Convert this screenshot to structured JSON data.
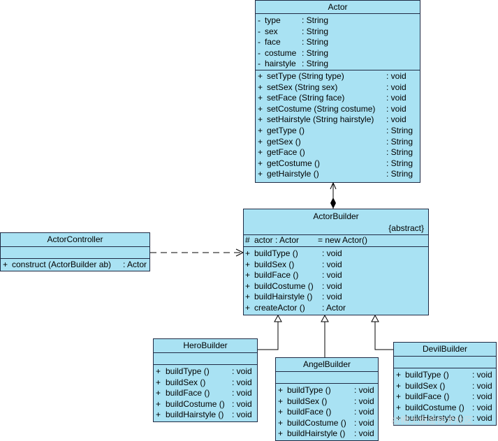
{
  "actor": {
    "name": "Actor",
    "attributes": [
      {
        "vis": "-",
        "name": "type",
        "type": ": String"
      },
      {
        "vis": "-",
        "name": "sex",
        "type": ": String"
      },
      {
        "vis": "-",
        "name": "face",
        "type": ": String"
      },
      {
        "vis": "-",
        "name": "costume",
        "type": ": String"
      },
      {
        "vis": "-",
        "name": "hairstyle",
        "type": ": String"
      }
    ],
    "methods": [
      {
        "vis": "+",
        "name": "setType (String type)",
        "ret": ": void"
      },
      {
        "vis": "+",
        "name": "setSex (String sex)",
        "ret": ": void"
      },
      {
        "vis": "+",
        "name": "setFace (String face)",
        "ret": ": void"
      },
      {
        "vis": "+",
        "name": "setCostume (String costume)",
        "ret": ": void"
      },
      {
        "vis": "+",
        "name": "setHairstyle (String hairstyle)",
        "ret": ": void"
      },
      {
        "vis": "+",
        "name": "getType ()",
        "ret": ": String"
      },
      {
        "vis": "+",
        "name": "getSex ()",
        "ret": ": String"
      },
      {
        "vis": "+",
        "name": "getFace ()",
        "ret": ": String"
      },
      {
        "vis": "+",
        "name": "getCostume ()",
        "ret": ": String"
      },
      {
        "vis": "+",
        "name": "getHairstyle ()",
        "ret": ": String"
      }
    ]
  },
  "actor_builder": {
    "name": "ActorBuilder",
    "stereotype": "{abstract}",
    "attribute": {
      "vis": "#",
      "name": "actor : Actor",
      "init": "= new Actor()"
    },
    "methods": [
      {
        "vis": "+",
        "name": "buildType ()",
        "ret": ": void"
      },
      {
        "vis": "+",
        "name": "buildSex ()",
        "ret": ": void"
      },
      {
        "vis": "+",
        "name": "buildFace ()",
        "ret": ": void"
      },
      {
        "vis": "+",
        "name": "buildCostume ()",
        "ret": ": void"
      },
      {
        "vis": "+",
        "name": "buildHairstyle ()",
        "ret": ": void"
      },
      {
        "vis": "+",
        "name": "createActor ()",
        "ret": ": Actor"
      }
    ]
  },
  "actor_controller": {
    "name": "ActorController",
    "method": {
      "vis": "+",
      "name": "construct (ActorBuilder ab)",
      "ret": ": Actor"
    }
  },
  "subclasses": [
    {
      "name": "HeroBuilder",
      "methods": [
        {
          "vis": "+",
          "name": "buildType ()",
          "ret": ": void"
        },
        {
          "vis": "+",
          "name": "buildSex ()",
          "ret": ": void"
        },
        {
          "vis": "+",
          "name": "buildFace ()",
          "ret": ": void"
        },
        {
          "vis": "+",
          "name": "buildCostume ()",
          "ret": ": void"
        },
        {
          "vis": "+",
          "name": "buildHairstyle ()",
          "ret": ": void"
        }
      ]
    },
    {
      "name": "AngelBuilder",
      "methods": [
        {
          "vis": "+",
          "name": "buildType ()",
          "ret": ": void"
        },
        {
          "vis": "+",
          "name": "buildSex ()",
          "ret": ": void"
        },
        {
          "vis": "+",
          "name": "buildFace ()",
          "ret": ": void"
        },
        {
          "vis": "+",
          "name": "buildCostume ()",
          "ret": ": void"
        },
        {
          "vis": "+",
          "name": "buildHairstyle ()",
          "ret": ": void"
        }
      ]
    },
    {
      "name": "DevilBuilder",
      "methods": [
        {
          "vis": "+",
          "name": "buildType ()",
          "ret": ": void"
        },
        {
          "vis": "+",
          "name": "buildSex ()",
          "ret": ": void"
        },
        {
          "vis": "+",
          "name": "buildFace ()",
          "ret": ": void"
        },
        {
          "vis": "+",
          "name": "buildCostume ()",
          "ret": ": void"
        },
        {
          "vis": "+",
          "name": "buildHairstyle ()",
          "ret": ": void"
        }
      ]
    }
  ],
  "watermark": "@稀土掘金技术社区",
  "colors": {
    "class_fill": "#a9e2f3",
    "border": "#1f2a44"
  }
}
